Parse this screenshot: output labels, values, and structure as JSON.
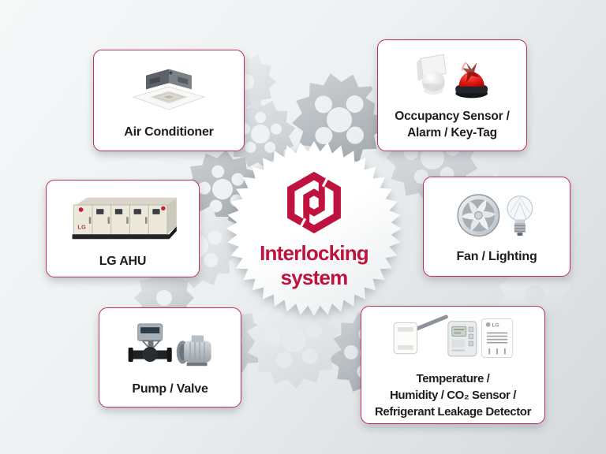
{
  "center": {
    "logo": "interlocking-hexagon-logo",
    "lines": [
      "Interlocking",
      "system"
    ]
  },
  "cards": [
    {
      "id": "air-conditioner",
      "icon": "ceiling-cassette-air-conditioner",
      "lines": [
        "Air Conditioner"
      ]
    },
    {
      "id": "occupancy-sensor-alarm-key-tag",
      "icon": "occupancy-sensor-and-alarm-beacon",
      "lines": [
        "Occupancy Sensor /",
        "Alarm / Key-Tag"
      ]
    },
    {
      "id": "lg-ahu",
      "icon": "air-handling-unit",
      "lines": [
        "LG AHU"
      ]
    },
    {
      "id": "fan-lighting",
      "icon": "fan-and-light-bulb",
      "lines": [
        "Fan / Lighting"
      ]
    },
    {
      "id": "pump-valve",
      "icon": "valve-actuator-and-pump",
      "lines": [
        "Pump / Valve"
      ]
    },
    {
      "id": "temperature-humidity-co2-sensor-refrigerant-leakage-detector",
      "icon": "duct-sensor-co2-sensor-leakage-detector",
      "lines": [
        "Temperature /",
        "Humidity / CO₂ Sensor /",
        "Refrigerant Leakage Detector"
      ],
      "device_mark": "LG"
    }
  ],
  "colors": {
    "accent": "#c0123f",
    "card_border": "#bf2d59",
    "label": "#1e1e1e"
  }
}
